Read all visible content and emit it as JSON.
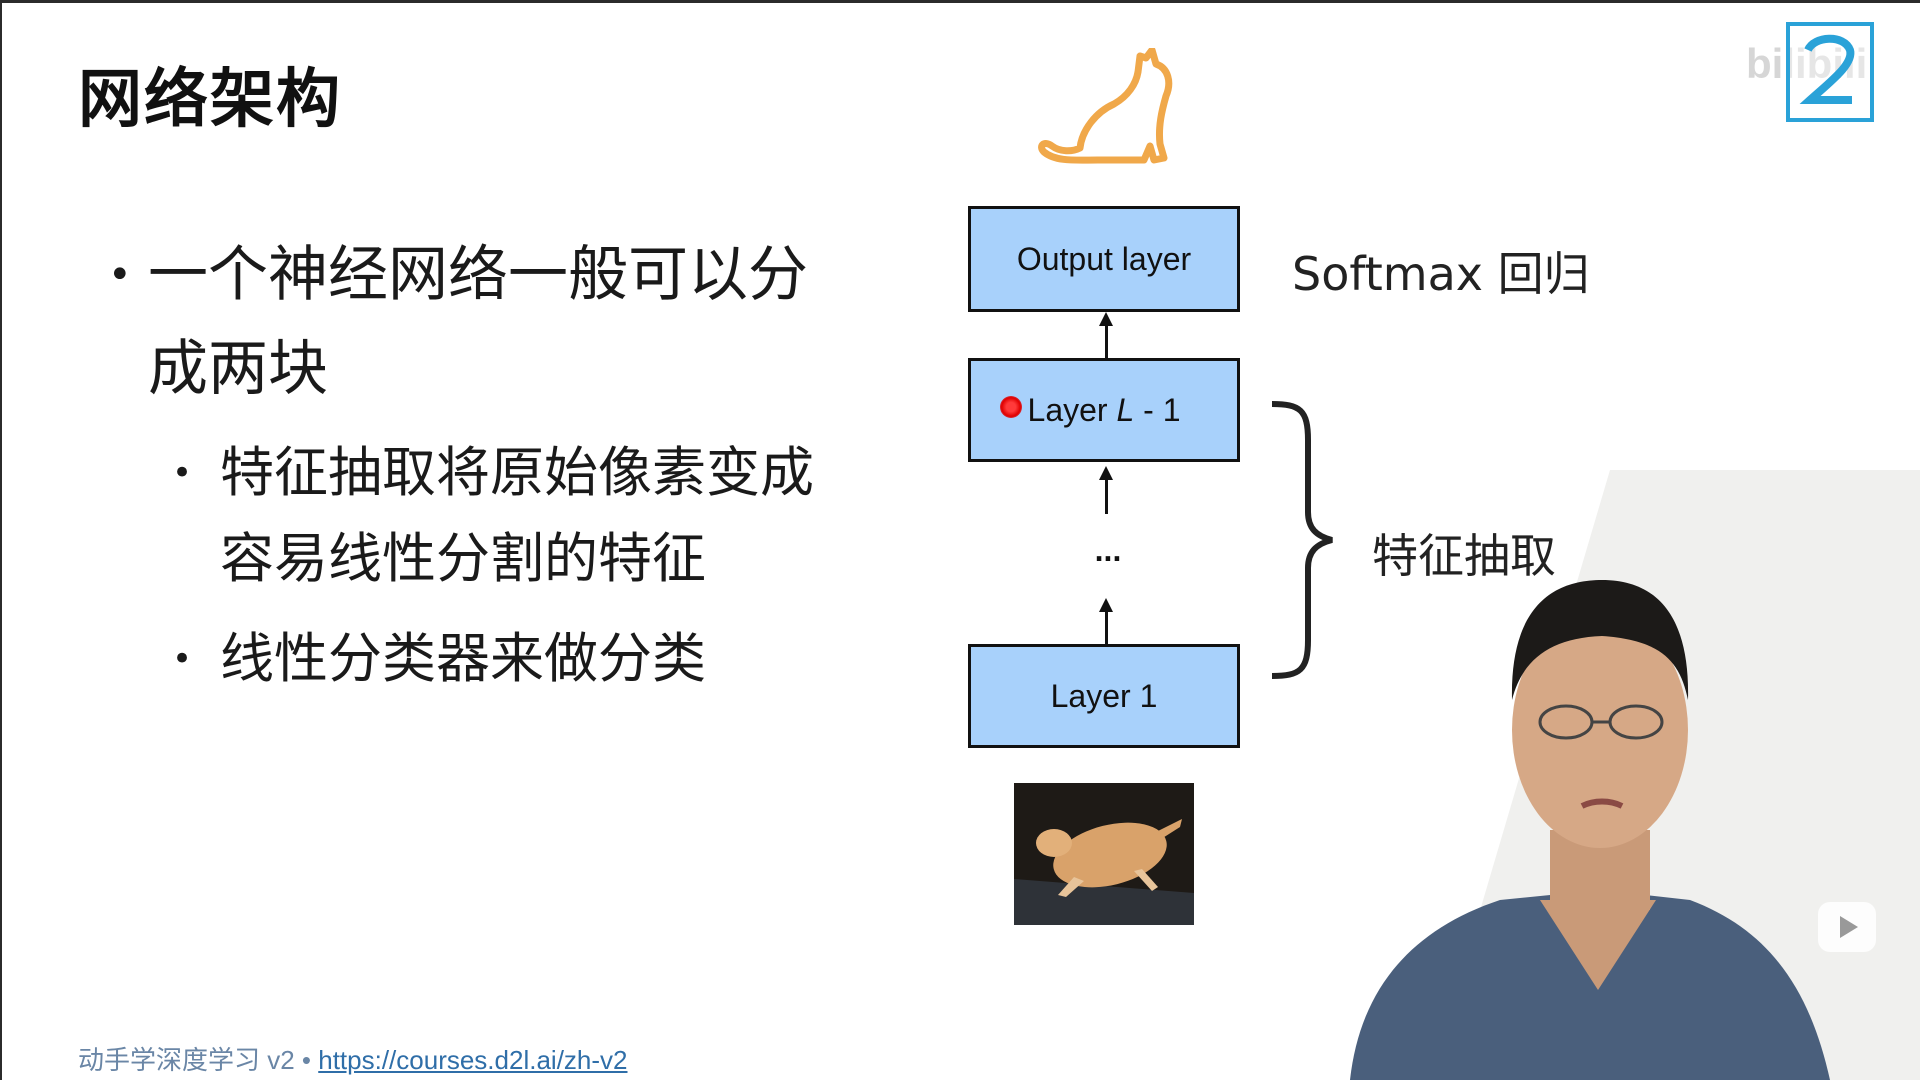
{
  "slide": {
    "title": "网络架构",
    "bullets": [
      {
        "text": "一个神经网络一般可以分成两块"
      },
      {
        "text": "特征抽取将原始像素变成容易线性分割的特征"
      },
      {
        "text": "线性分类器来做分类"
      }
    ],
    "footer": {
      "course": "动手学深度学习 v2 • ",
      "url": "https://courses.d2l.ai/zh-v2"
    }
  },
  "diagram": {
    "output_layer": "Output layer",
    "layer_l_minus_1": {
      "prefix": "Layer ",
      "var": "L",
      "suffix": " - 1"
    },
    "ellipsis": "...",
    "layer_1": "Layer 1",
    "softmax_label": "Softmax 回归",
    "feature_label": "特征抽取"
  },
  "overlay": {
    "watermark": "bilibili",
    "icons": [
      "cat-outline-icon",
      "bilibili-logo-icon",
      "play-icon"
    ]
  },
  "colors": {
    "layer_box_fill": "#a8d1fb",
    "cat_outline": "#f0a84a",
    "footer_link": "#2f6ea8",
    "laser_pointer": "#ff2020"
  }
}
